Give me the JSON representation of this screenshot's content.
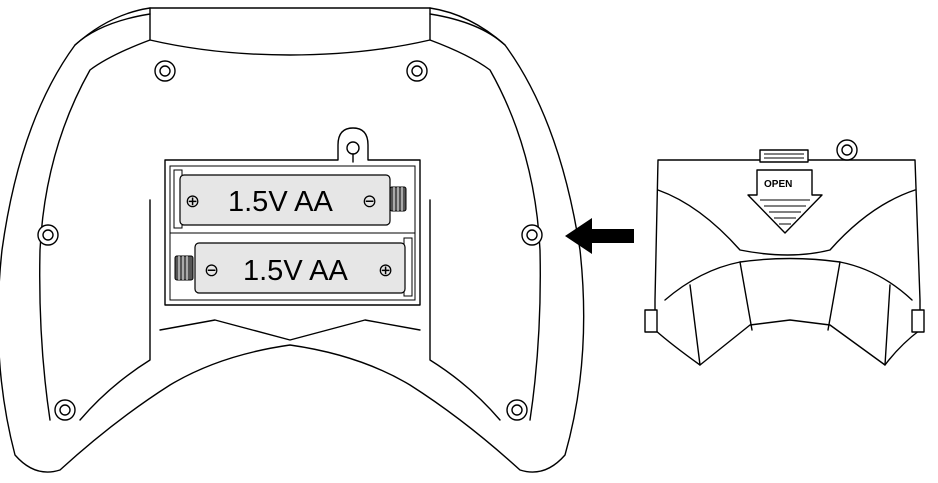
{
  "battery_top": {
    "label": "1.5V AA",
    "left_symbol": "⊕",
    "right_symbol": "⊖"
  },
  "battery_bottom": {
    "label": "1.5V AA",
    "left_symbol": "⊖",
    "right_symbol": "⊕"
  },
  "cover": {
    "open_label": "OPEN"
  },
  "arrow": {
    "direction": "left"
  }
}
